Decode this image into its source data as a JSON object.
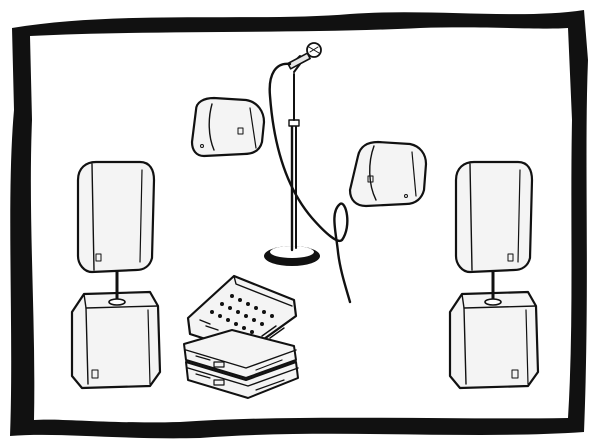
{
  "scene": {
    "colors": {
      "ink": "#111111",
      "paper": "#ffffff",
      "shade": "#e6e6e6",
      "light": "#f4f4f4"
    },
    "objects": [
      "frame-border",
      "microphone-stand",
      "microphone",
      "microphone-cable",
      "monitor-wedge-left",
      "monitor-wedge-right",
      "speaker-left-top",
      "speaker-left-sub",
      "speaker-right-top",
      "speaker-right-sub",
      "mixer-console",
      "power-amplifier-stack"
    ]
  }
}
